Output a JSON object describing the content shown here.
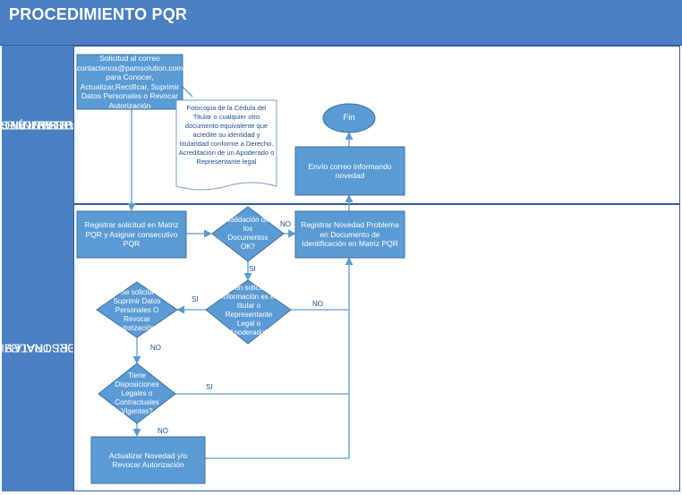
{
  "title": "PROCEDIMIENTO PQR",
  "colors": {
    "header": "#4a7fc1",
    "shape_fill": "#5b9bd5",
    "shape_stroke": "#41719c",
    "line": "#5b9bd5",
    "text_dark": "#1f4e8c"
  },
  "lanes": [
    {
      "label_line1": "PARTES INTERESADAS",
      "label_line2": "(TITULAR/TERCERO/",
      "label_line3": "REPRESENTANTE/",
      "label_line4": "APODERADO)"
    },
    {
      "label_line1": "ENCARGADO DEL TRATAMIENTO DE DATOS",
      "label_line2": "PERSONALES"
    }
  ],
  "nodes": {
    "solicitud": "Solicitud al correo contactenos@pamsolution.com para Conocer, Actualizar,Rectificar, Suprimir Datos Personales o Revocar Autorización",
    "documento": "Fotocopia de la Cédula del Titular o cualquier otro documento equivalente que acredite su identidad y titularidad conforme a Derecho. Acreditación de un Apoderado o Representante legal",
    "fin": "Fin",
    "envio": "Envío correo informando novedad",
    "registrar": "Registrar solicitud en Matriz PQR y Asignar consecutivo PQR",
    "validacion": "Validación de los Documentos OK?",
    "novedad": "Registrar Novedad Problema en Documento de Identificación en Matriz PQR",
    "quien": "Quien solicita la información es el titular o Representante Legal o Apoderado?",
    "suprimir": "Se solicita Suprimir Datos Personales O Revocar Autorización?",
    "disposiciones": "Tiene Disposiciones Legales o Contractuales Vigentes?",
    "actualizar": "Actualizar Novedad y/o Revocar Autorización"
  },
  "edge_labels": {
    "no1": "NO",
    "si1": "SI",
    "si2": "SI",
    "no2": "NO",
    "no3": "NO",
    "si3": "SI",
    "no4": "NO"
  }
}
